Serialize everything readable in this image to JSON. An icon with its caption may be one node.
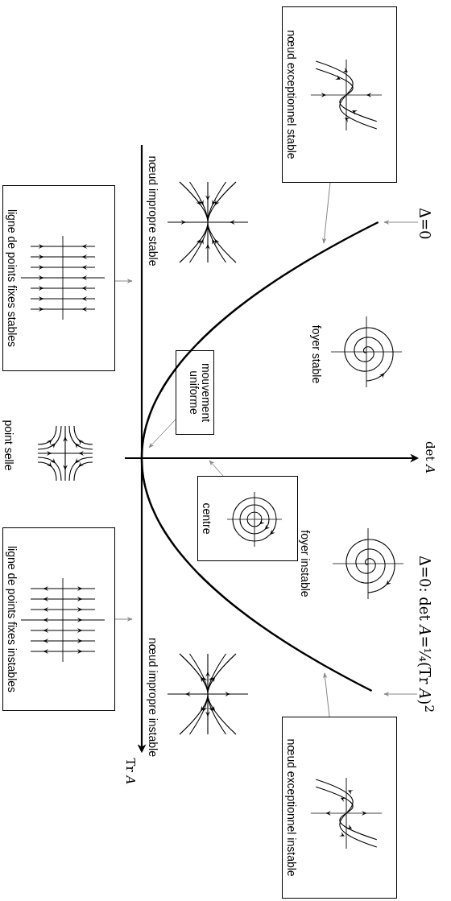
{
  "diagram": {
    "nodes": [
      {
        "text": [
          "nœud exceptionnel stable"
        ]
      },
      {
        "text": [
          "ligne de points fixes stables"
        ]
      },
      {
        "text": [
          "mouvement uniforme"
        ]
      },
      {
        "text": [
          "centre"
        ]
      },
      {
        "text": [
          "ligne de points fixes instables"
        ]
      },
      {
        "text": [
          "nœud exceptionnel instable"
        ]
      },
      {
        "text": [
          "Δ=0"
        ]
      },
      {
        "text": [
          "Δ=0: det *A*=¼(Tr *A*)$^{2}$"
        ]
      }
    ],
    "edges": [
      {
        "from": 0,
        "to": null,
        "arrow": "to"
      },
      {
        "from": 1,
        "to": null,
        "arrow": "to"
      },
      {
        "from": 2,
        "to": null,
        "arrow": "to"
      },
      {
        "from": 3,
        "to": null,
        "arrow": "to"
      },
      {
        "from": 4,
        "to": null,
        "arrow": "to"
      },
      {
        "from": 5,
        "to": null,
        "arrow": "to"
      },
      {
        "from": 6,
        "to": null,
        "arrow": "to"
      },
      {
        "from": 7,
        "to": null,
        "arrow": "to"
      }
    ],
    "labels": [
      "nœud impropre stable",
      "foyer stable",
      "det *A*",
      "point selle",
      "foyer instable",
      "nœud impropre instable",
      "Tr *A*"
    ]
  }
}
